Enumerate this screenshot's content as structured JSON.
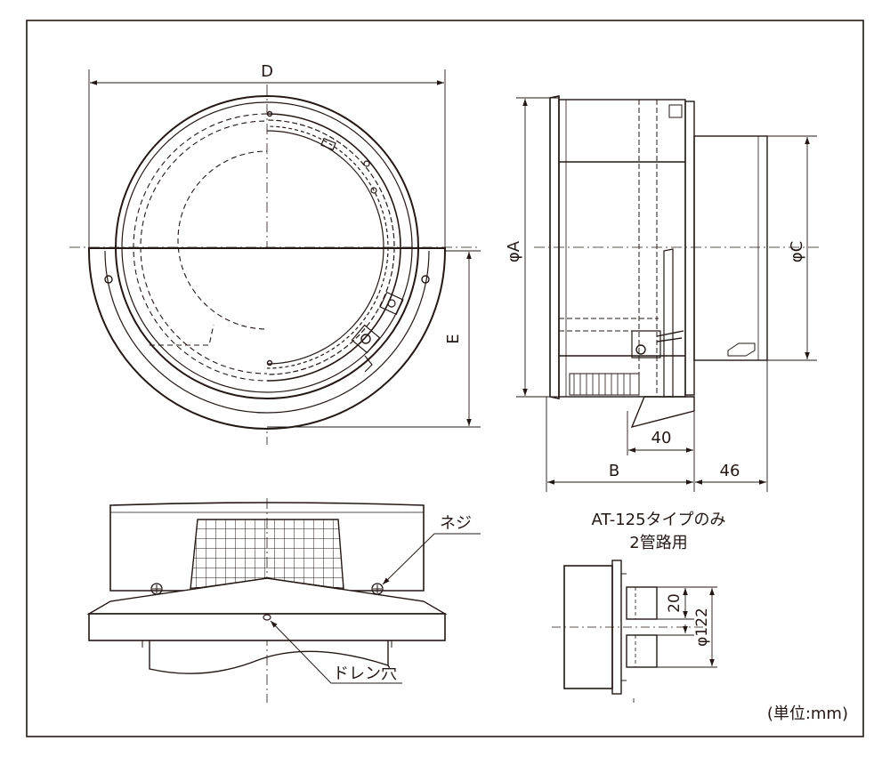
{
  "dimensions": {
    "front_width": "D",
    "front_height": "E",
    "side_diameter_a": "φA",
    "side_diameter_c": "φC",
    "side_length_b": "B",
    "side_40": "40",
    "side_46": "46"
  },
  "callouts": {
    "screw": "ネジ",
    "drain_hole": "ドレン穴"
  },
  "variant": {
    "title": "AT-125タイプのみ",
    "subtitle": "2管路用",
    "gap": "20",
    "pitch": "φ122"
  },
  "unit_note": "(単位:mm)"
}
